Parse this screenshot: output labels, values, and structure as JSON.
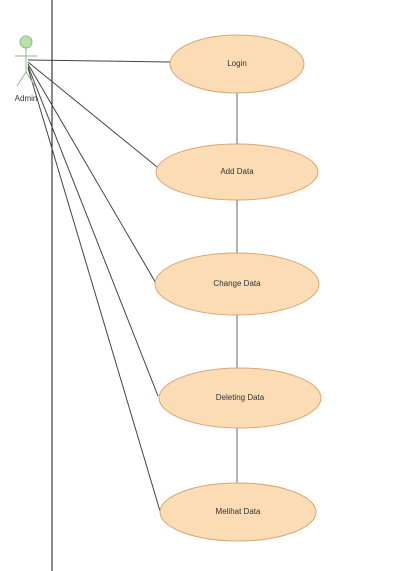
{
  "actor": {
    "label": "Admin",
    "icon": "stick-figure-actor-icon"
  },
  "use_cases": [
    {
      "label": "Login"
    },
    {
      "label": "Add Data"
    },
    {
      "label": "Change Data"
    },
    {
      "label": "Deleting Data"
    },
    {
      "label": "Melihat Data"
    }
  ],
  "colors": {
    "use_case_fill": "#fbdcb4",
    "use_case_stroke": "#d8a876",
    "actor_head_fill": "#b9e0a5",
    "actor_stroke": "#8fb98a",
    "line": "#444444",
    "boundary": "#111111"
  }
}
